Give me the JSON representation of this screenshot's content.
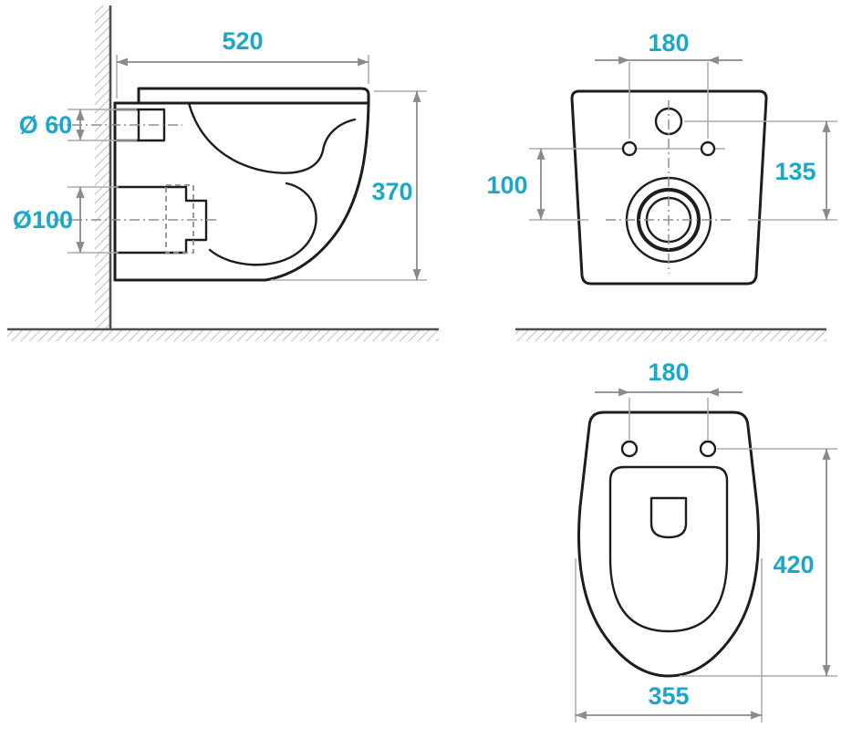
{
  "diagram": {
    "colors": {
      "dimension_text": "#1ba7ca",
      "dimension_line": "#8a8a8a",
      "outline": "#1d1d1d",
      "wall_floor": "#4f4f4f",
      "background": "#ffffff"
    },
    "side_view": {
      "width_label": "520",
      "height_label": "370",
      "inlet_label": "Ø 60",
      "outlet_label": "Ø100"
    },
    "front_view": {
      "fixing_centres_label": "180",
      "left_label": "100",
      "right_label": "135"
    },
    "top_view": {
      "fixing_centres_label": "180",
      "length_label": "420",
      "width_label": "355"
    }
  }
}
